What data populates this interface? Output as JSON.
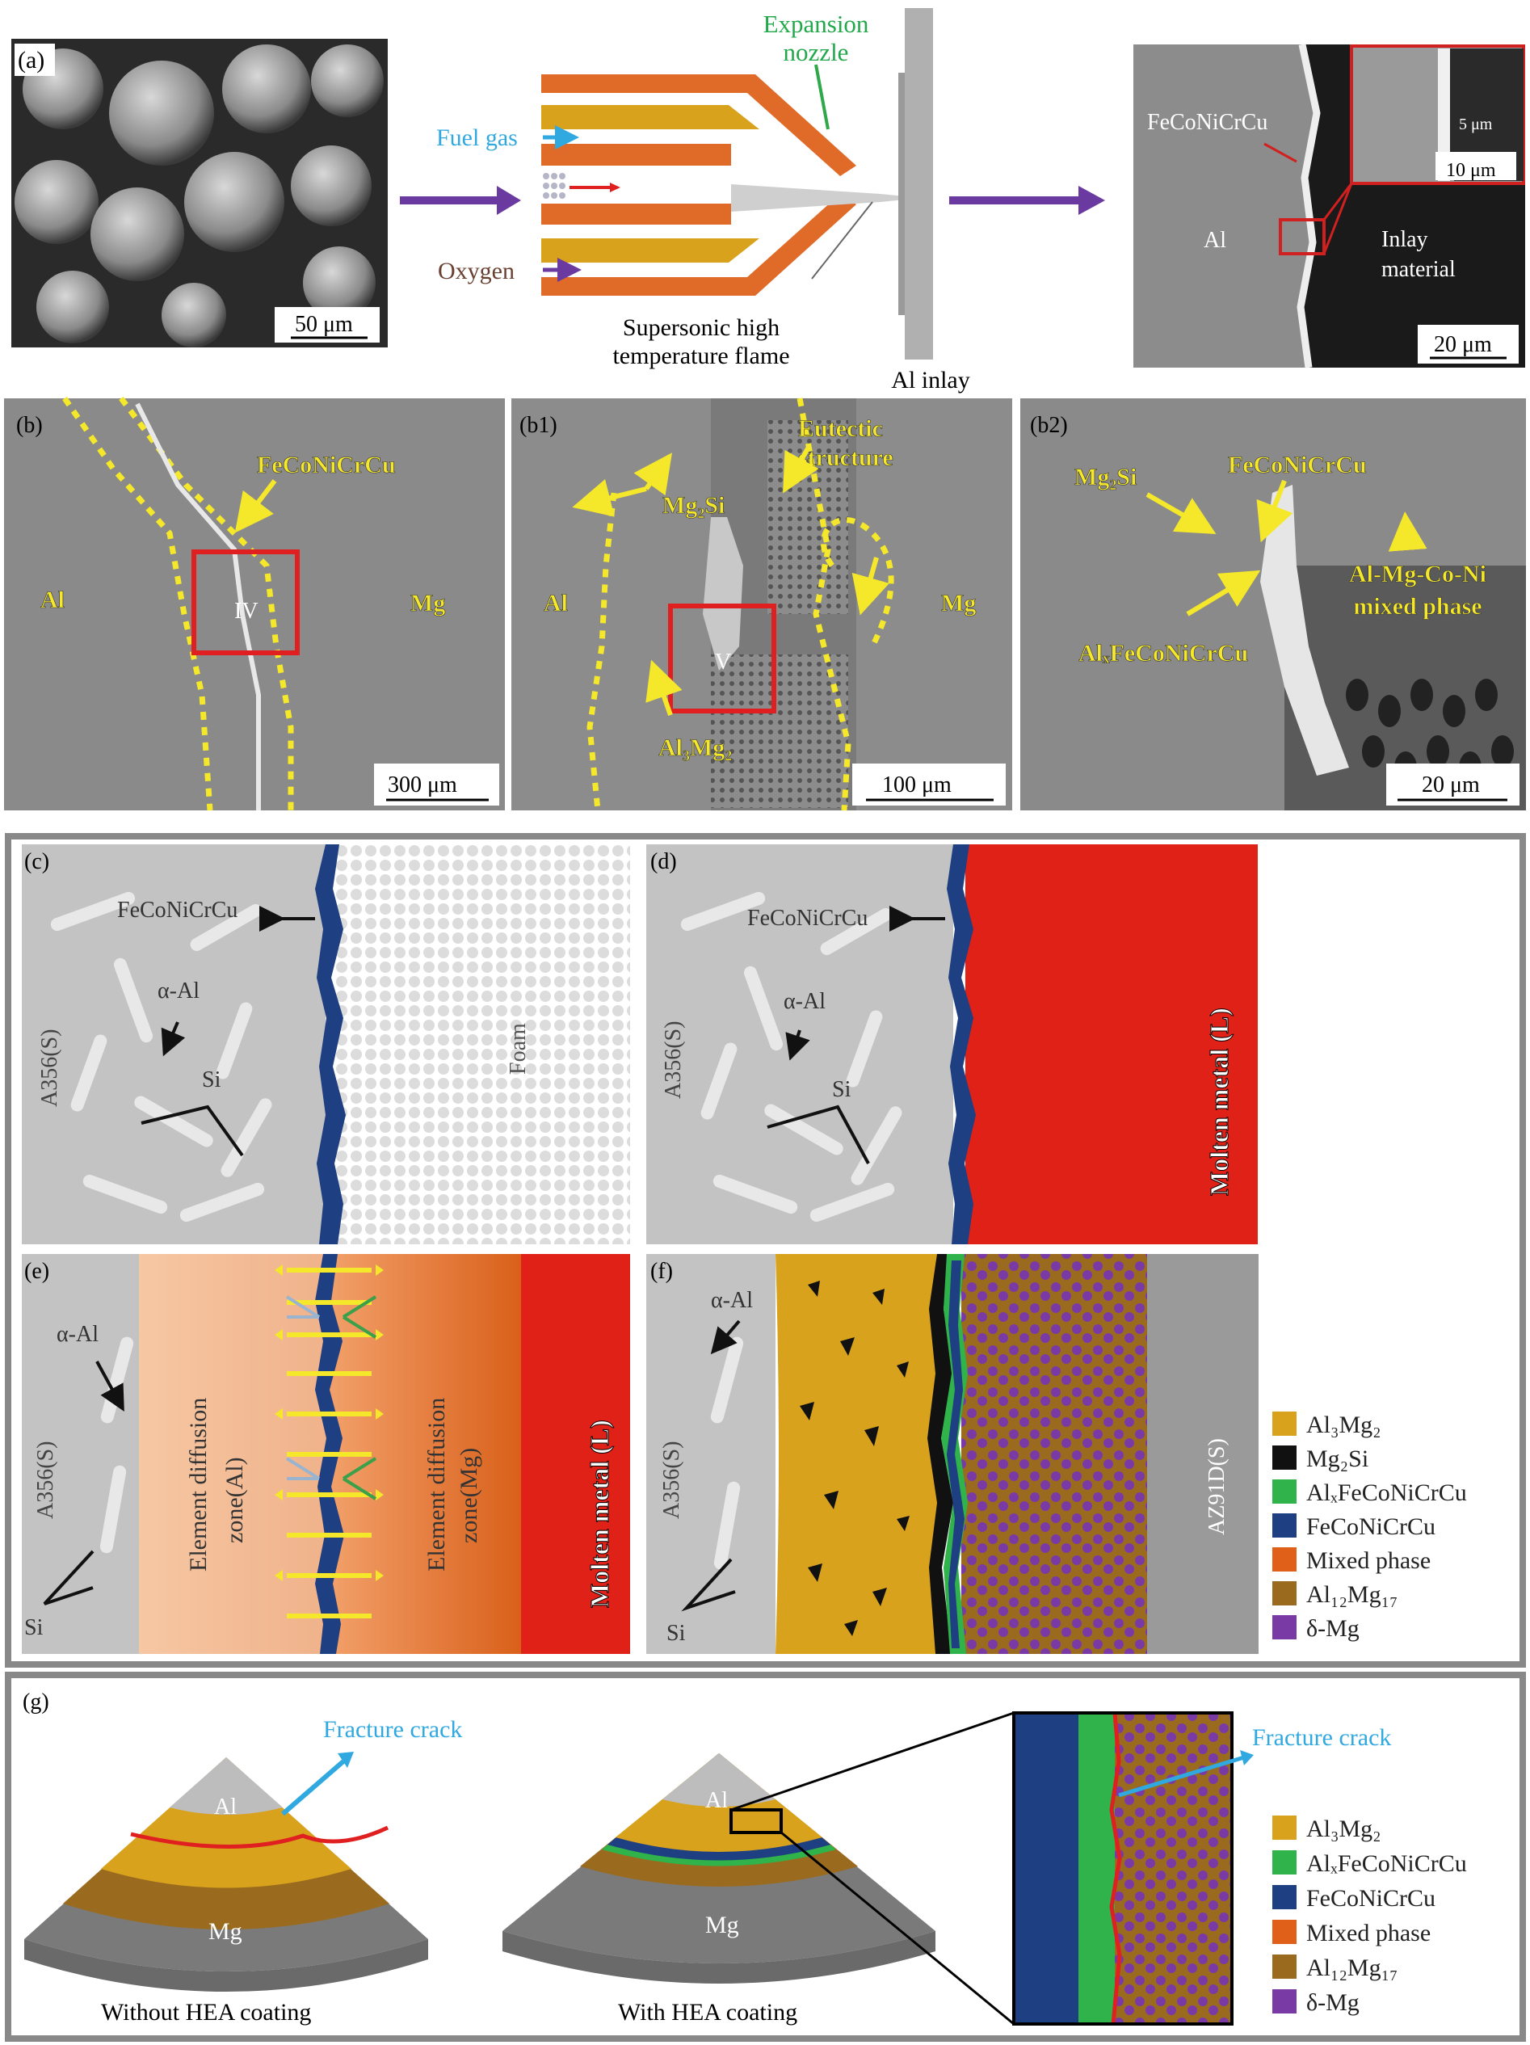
{
  "panel_a": {
    "label": "(a)",
    "powder_scale": "50 μm",
    "expansion_nozzle": [
      "Expansion",
      "nozzle"
    ],
    "fuel_gas": "Fuel gas",
    "oxygen": "Oxygen",
    "flame": [
      "Supersonic high",
      "temperature flame"
    ],
    "al_inlay": "Al inlay",
    "sem_coating": "FeCoNiCrCu",
    "sem_al": "Al",
    "sem_inlay": [
      "Inlay",
      "material"
    ],
    "sem_scale": "20 μm",
    "inset_5um": "5 μm",
    "inset_scale": "10 μm"
  },
  "panel_b": {
    "label": "(b)",
    "al": "Al",
    "mg": "Mg",
    "coating": "FeCoNiCrCu",
    "roi": "IV",
    "scale": "300 μm"
  },
  "panel_b1": {
    "label": "(b1)",
    "al": "Al",
    "mg": "Mg",
    "eutectic": [
      "Eutectic",
      "structure"
    ],
    "mg2si": "Mg₂Si",
    "al3mg2": "Al₃Mg₂",
    "roi": "V",
    "scale": "100 μm"
  },
  "panel_b2": {
    "label": "(b2)",
    "mg2si": "Mg₂Si",
    "coating": "FeCoNiCrCu",
    "alx": "AlₓFeCoNiCrCu",
    "mixed": [
      "Al-Mg-Co-Ni",
      "mixed phase"
    ],
    "scale": "20 μm"
  },
  "panel_c": {
    "label": "(c)",
    "coating": "FeCoNiCrCu",
    "alpha_al": "α-Al",
    "si": "Si",
    "substrate": "A356(S)",
    "foam": "Foam"
  },
  "panel_d": {
    "label": "(d)",
    "coating": "FeCoNiCrCu",
    "alpha_al": "α-Al",
    "si": "Si",
    "substrate": "A356(S)",
    "molten": "Molten metal (L)"
  },
  "panel_e": {
    "label": "(e)",
    "alpha_al": "α-Al",
    "si": "Si",
    "substrate": "A356(S)",
    "zone_al": [
      "Element diffusion",
      "zone(Al)"
    ],
    "zone_mg": [
      "Element diffusion",
      "zone(Mg)"
    ],
    "molten": "Molten metal (L)"
  },
  "panel_f": {
    "label": "(f)",
    "alpha_al": "α-Al",
    "si": "Si",
    "substrate": "A356(S)",
    "az91d": "AZ91D(S)"
  },
  "legend_1": [
    {
      "label": "Al₃Mg₂",
      "color": "#d9a21c"
    },
    {
      "label": "Mg₂Si",
      "color": "#111111"
    },
    {
      "label": "AlₓFeCoNiCrCu",
      "color": "#2fb34a"
    },
    {
      "label": "FeCoNiCrCu",
      "color": "#1e3f82"
    },
    {
      "label": "Mixed phase",
      "color": "#e0601a"
    },
    {
      "label": "Al₁₂Mg₁₇",
      "color": "#9a6b1e"
    },
    {
      "label": "δ-Mg",
      "color": "#7a3aa6"
    }
  ],
  "panel_g": {
    "label": "(g)",
    "crack_left": "Fracture crack",
    "crack_right": "Fracture crack",
    "al_left": "Al",
    "mg_left": "Mg",
    "al_mid": "Al",
    "mg_mid": "Mg",
    "caption_left": "Without HEA coating",
    "caption_mid": "With HEA coating"
  },
  "legend_2": [
    {
      "label": "Al₃Mg₂",
      "color": "#d9a21c"
    },
    {
      "label": "AlₓFeCoNiCrCu",
      "color": "#2fb34a"
    },
    {
      "label": "FeCoNiCrCu",
      "color": "#1e3f82"
    },
    {
      "label": "Mixed phase",
      "color": "#e0601a"
    },
    {
      "label": "Al₁₂Mg₁₇",
      "color": "#9a6b1e"
    },
    {
      "label": "δ-Mg",
      "color": "#7a3aa6"
    }
  ]
}
